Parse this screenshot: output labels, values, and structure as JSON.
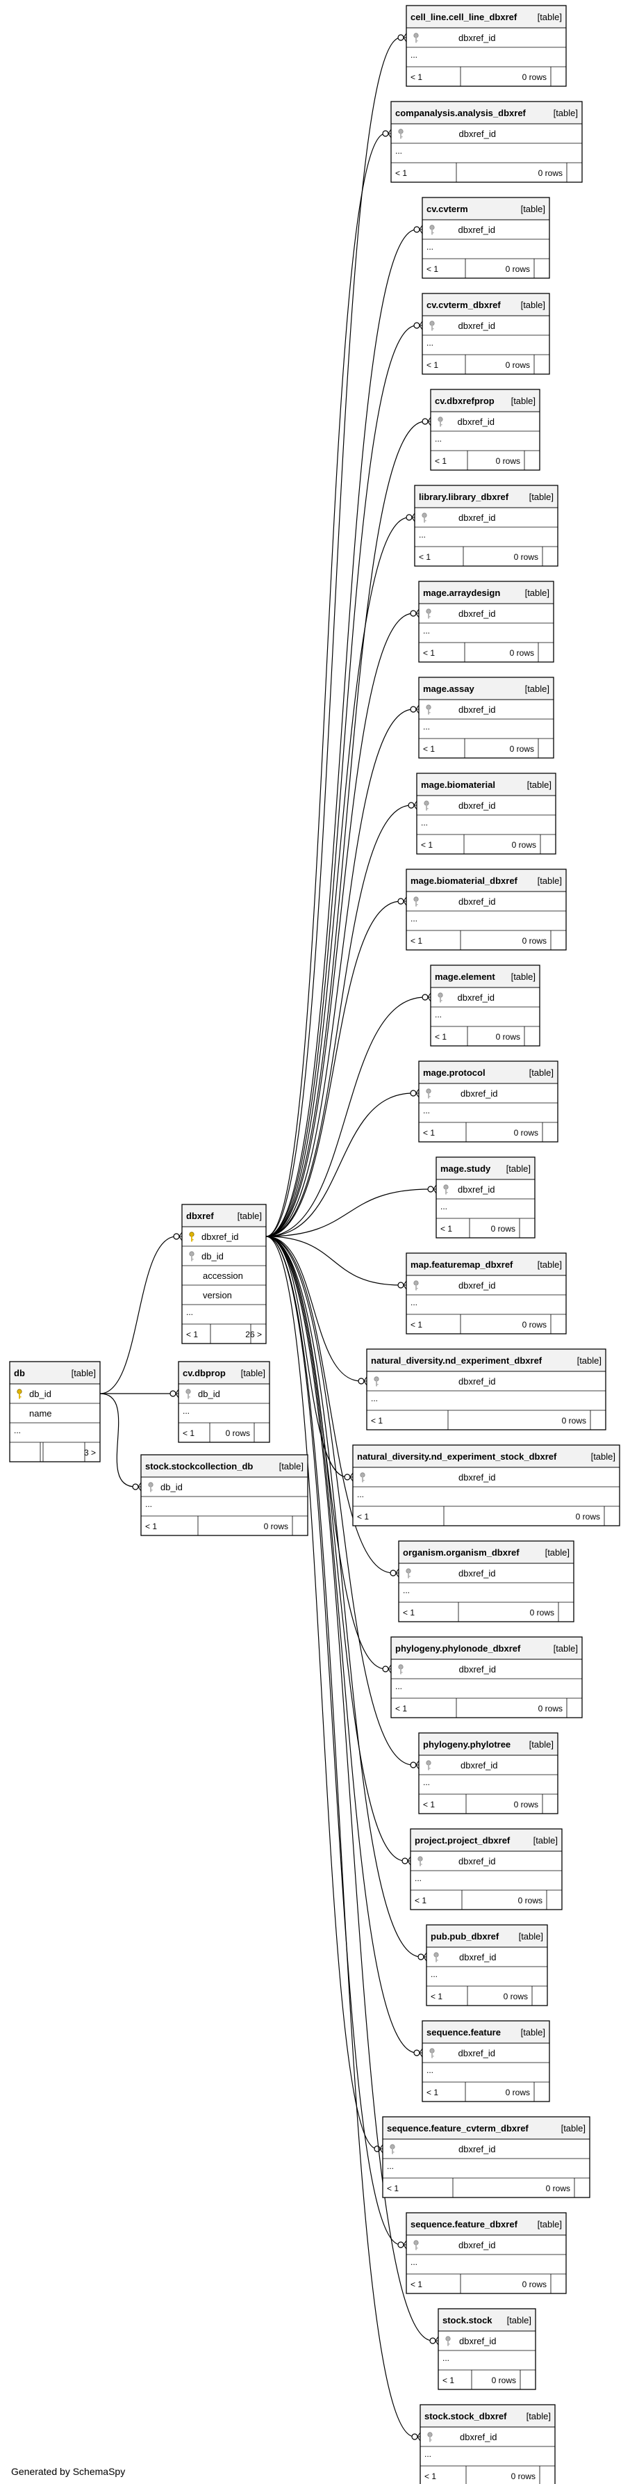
{
  "footer": "Generated by SchemaSpy",
  "type_label": "[table]",
  "ellipsis": "...",
  "tables": [
    {
      "id": "cell_line",
      "name": "cell_line.cell_line_dbxref",
      "columns": [
        "dbxref_id"
      ],
      "key": "fk",
      "rows_left": "< 1",
      "rows_right": "0 rows"
    },
    {
      "id": "companalysis",
      "name": "companalysis.analysis_dbxref",
      "columns": [
        "dbxref_id"
      ],
      "key": "fk",
      "rows_left": "< 1",
      "rows_right": "0 rows"
    },
    {
      "id": "cvterm",
      "name": "cv.cvterm",
      "columns": [
        "dbxref_id"
      ],
      "key": "fk",
      "rows_left": "< 1",
      "rows_right": "0 rows"
    },
    {
      "id": "cvterm_dbxref",
      "name": "cv.cvterm_dbxref",
      "columns": [
        "dbxref_id"
      ],
      "key": "fk",
      "rows_left": "< 1",
      "rows_right": "0 rows"
    },
    {
      "id": "dbxrefprop",
      "name": "cv.dbxrefprop",
      "columns": [
        "dbxref_id"
      ],
      "key": "fk",
      "rows_left": "< 1",
      "rows_right": "0 rows"
    },
    {
      "id": "library",
      "name": "library.library_dbxref",
      "columns": [
        "dbxref_id"
      ],
      "key": "fk",
      "rows_left": "< 1",
      "rows_right": "0 rows"
    },
    {
      "id": "arraydesign",
      "name": "mage.arraydesign",
      "columns": [
        "dbxref_id"
      ],
      "key": "fk",
      "rows_left": "< 1",
      "rows_right": "0 rows"
    },
    {
      "id": "assay",
      "name": "mage.assay",
      "columns": [
        "dbxref_id"
      ],
      "key": "fk",
      "rows_left": "< 1",
      "rows_right": "0 rows"
    },
    {
      "id": "biomaterial",
      "name": "mage.biomaterial",
      "columns": [
        "dbxref_id"
      ],
      "key": "fk",
      "rows_left": "< 1",
      "rows_right": "0 rows"
    },
    {
      "id": "biomaterial_dbxref",
      "name": "mage.biomaterial_dbxref",
      "columns": [
        "dbxref_id"
      ],
      "key": "fk",
      "rows_left": "< 1",
      "rows_right": "0 rows"
    },
    {
      "id": "element",
      "name": "mage.element",
      "columns": [
        "dbxref_id"
      ],
      "key": "fk",
      "rows_left": "< 1",
      "rows_right": "0 rows"
    },
    {
      "id": "protocol",
      "name": "mage.protocol",
      "columns": [
        "dbxref_id"
      ],
      "key": "fk",
      "rows_left": "< 1",
      "rows_right": "0 rows"
    },
    {
      "id": "study",
      "name": "mage.study",
      "columns": [
        "dbxref_id"
      ],
      "key": "fk",
      "rows_left": "< 1",
      "rows_right": "0 rows"
    },
    {
      "id": "featuremap",
      "name": "map.featuremap_dbxref",
      "columns": [
        "dbxref_id"
      ],
      "key": "fk",
      "rows_left": "< 1",
      "rows_right": "0 rows"
    },
    {
      "id": "nd_experiment",
      "name": "natural_diversity.nd_experiment_dbxref",
      "columns": [
        "dbxref_id"
      ],
      "key": "fk",
      "rows_left": "< 1",
      "rows_right": "0 rows"
    },
    {
      "id": "nd_experiment_stock",
      "name": "natural_diversity.nd_experiment_stock_dbxref",
      "columns": [
        "dbxref_id"
      ],
      "key": "fk",
      "rows_left": "< 1",
      "rows_right": "0 rows"
    },
    {
      "id": "organism",
      "name": "organism.organism_dbxref",
      "columns": [
        "dbxref_id"
      ],
      "key": "fk",
      "rows_left": "< 1",
      "rows_right": "0 rows"
    },
    {
      "id": "phylonode",
      "name": "phylogeny.phylonode_dbxref",
      "columns": [
        "dbxref_id"
      ],
      "key": "fk",
      "rows_left": "< 1",
      "rows_right": "0 rows"
    },
    {
      "id": "phylotree",
      "name": "phylogeny.phylotree",
      "columns": [
        "dbxref_id"
      ],
      "key": "fk",
      "rows_left": "< 1",
      "rows_right": "0 rows"
    },
    {
      "id": "project",
      "name": "project.project_dbxref",
      "columns": [
        "dbxref_id"
      ],
      "key": "fk",
      "rows_left": "< 1",
      "rows_right": "0 rows"
    },
    {
      "id": "pub",
      "name": "pub.pub_dbxref",
      "columns": [
        "dbxref_id"
      ],
      "key": "fk",
      "rows_left": "< 1",
      "rows_right": "0 rows"
    },
    {
      "id": "feature",
      "name": "sequence.feature",
      "columns": [
        "dbxref_id"
      ],
      "key": "fk",
      "rows_left": "< 1",
      "rows_right": "0 rows"
    },
    {
      "id": "feature_cvterm",
      "name": "sequence.feature_cvterm_dbxref",
      "columns": [
        "dbxref_id"
      ],
      "key": "fk",
      "rows_left": "< 1",
      "rows_right": "0 rows"
    },
    {
      "id": "feature_dbxref",
      "name": "sequence.feature_dbxref",
      "columns": [
        "dbxref_id"
      ],
      "key": "fk",
      "rows_left": "< 1",
      "rows_right": "0 rows"
    },
    {
      "id": "stock",
      "name": "stock.stock",
      "columns": [
        "dbxref_id"
      ],
      "key": "fk",
      "rows_left": "< 1",
      "rows_right": "0 rows"
    },
    {
      "id": "stock_dbxref",
      "name": "stock.stock_dbxref",
      "columns": [
        "dbxref_id"
      ],
      "key": "fk",
      "rows_left": "< 1",
      "rows_right": "0 rows"
    },
    {
      "id": "dbxref",
      "name": "dbxref",
      "columns": [
        "dbxref_id",
        "db_id",
        "accession",
        "version"
      ],
      "key": "pk_fk",
      "rows_left": "< 1",
      "rows_right": "26 >"
    },
    {
      "id": "dbprop",
      "name": "cv.dbprop",
      "columns": [
        "db_id"
      ],
      "key": "fk",
      "rows_left": "< 1",
      "rows_right": "0 rows"
    },
    {
      "id": "db",
      "name": "db",
      "columns": [
        "db_id",
        "name"
      ],
      "key": "pk",
      "rows_left": "",
      "rows_right": "3 >"
    },
    {
      "id": "stockcollection",
      "name": "stock.stockcollection_db",
      "columns": [
        "db_id"
      ],
      "key": "fk",
      "rows_left": "< 1",
      "rows_right": "0 rows"
    }
  ],
  "relationships": [
    {
      "from": "db",
      "to": "dbxref"
    },
    {
      "from": "db",
      "to": "dbprop"
    },
    {
      "from": "db",
      "to": "stockcollection"
    },
    {
      "from": "dbxref",
      "to": "cell_line"
    },
    {
      "from": "dbxref",
      "to": "companalysis"
    },
    {
      "from": "dbxref",
      "to": "cvterm"
    },
    {
      "from": "dbxref",
      "to": "cvterm_dbxref"
    },
    {
      "from": "dbxref",
      "to": "dbxrefprop"
    },
    {
      "from": "dbxref",
      "to": "library"
    },
    {
      "from": "dbxref",
      "to": "arraydesign"
    },
    {
      "from": "dbxref",
      "to": "assay"
    },
    {
      "from": "dbxref",
      "to": "biomaterial"
    },
    {
      "from": "dbxref",
      "to": "biomaterial_dbxref"
    },
    {
      "from": "dbxref",
      "to": "element"
    },
    {
      "from": "dbxref",
      "to": "protocol"
    },
    {
      "from": "dbxref",
      "to": "study"
    },
    {
      "from": "dbxref",
      "to": "featuremap"
    },
    {
      "from": "dbxref",
      "to": "nd_experiment"
    },
    {
      "from": "dbxref",
      "to": "nd_experiment_stock"
    },
    {
      "from": "dbxref",
      "to": "organism"
    },
    {
      "from": "dbxref",
      "to": "phylonode"
    },
    {
      "from": "dbxref",
      "to": "phylotree"
    },
    {
      "from": "dbxref",
      "to": "project"
    },
    {
      "from": "dbxref",
      "to": "pub"
    },
    {
      "from": "dbxref",
      "to": "feature"
    },
    {
      "from": "dbxref",
      "to": "feature_cvterm"
    },
    {
      "from": "dbxref",
      "to": "feature_dbxref"
    },
    {
      "from": "dbxref",
      "to": "stock"
    },
    {
      "from": "dbxref",
      "to": "stock_dbxref"
    }
  ]
}
